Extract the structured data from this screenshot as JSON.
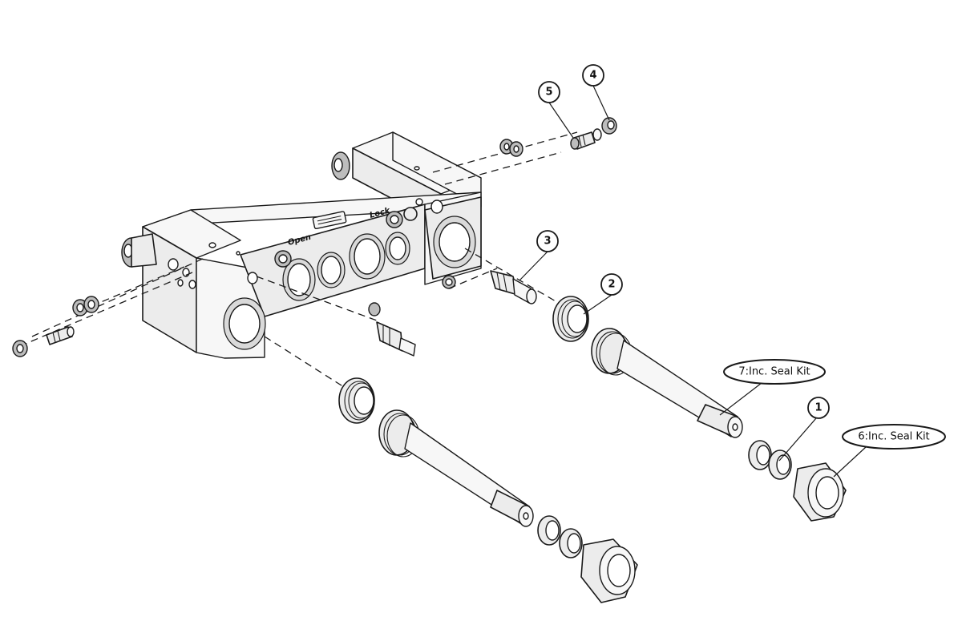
{
  "callouts": [
    {
      "id": "1",
      "label": "1"
    },
    {
      "id": "2",
      "label": "2"
    },
    {
      "id": "3",
      "label": "3"
    },
    {
      "id": "4",
      "label": "4"
    },
    {
      "id": "5",
      "label": "5"
    }
  ],
  "kit_labels": {
    "kit6": "6:Inc. Seal Kit",
    "kit7": "7:Inc. Seal Kit"
  },
  "engravings": {
    "open": "Open",
    "lock": "Lock"
  }
}
